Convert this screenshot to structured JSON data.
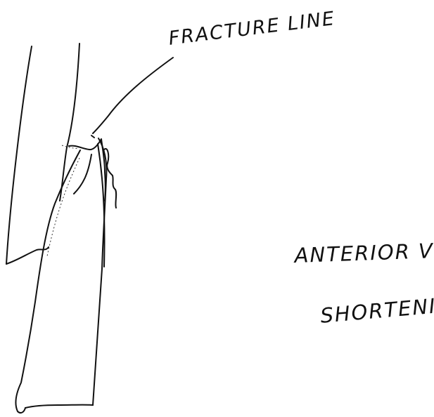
{
  "labels": {
    "fracture_line": "FRACTURE LINE",
    "anterior_view": "ANTERIOR VIEW",
    "shortening": "SHORTENING OF"
  },
  "colors": {
    "ink": "#111111",
    "paper": "#ffffff"
  }
}
